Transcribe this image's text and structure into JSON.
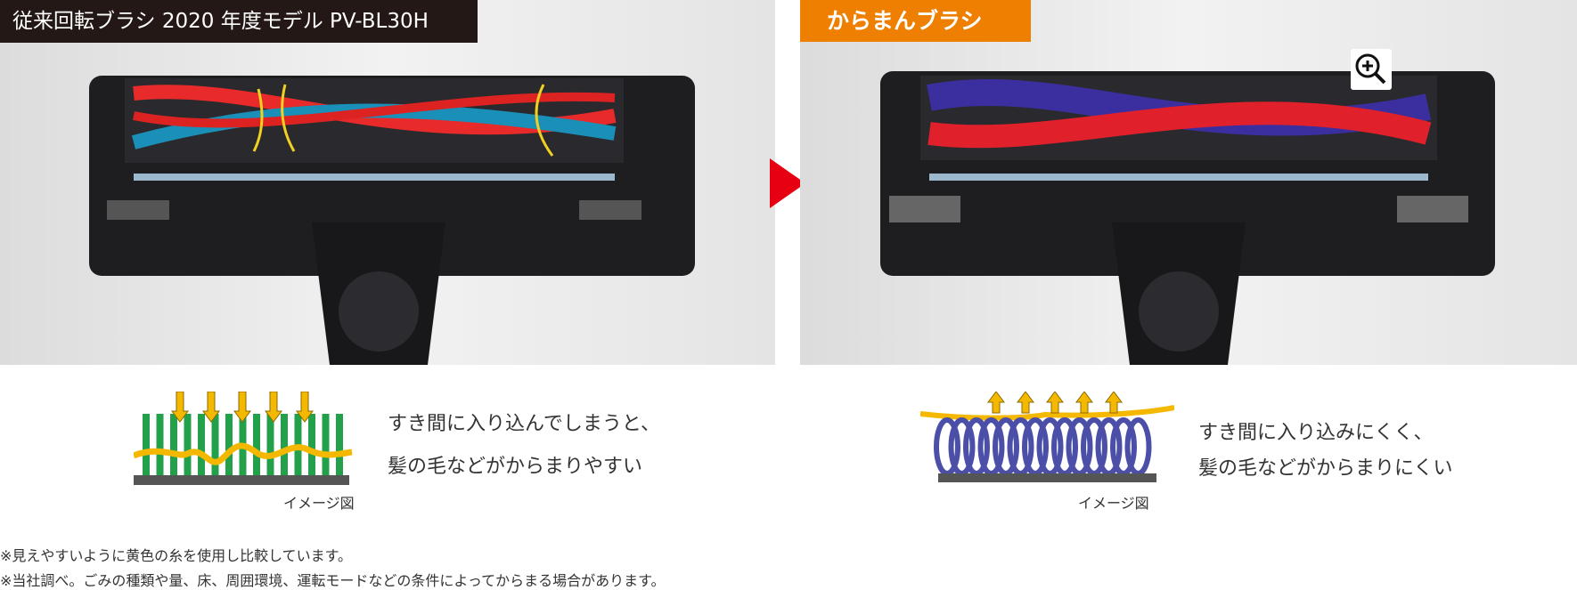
{
  "left_panel": {
    "label": "従来回転ブラシ 2020 年度モデル PV-BL30H",
    "caption_line1": "すき間に入り込んでしまうと、",
    "caption_line2": "髪の毛などがからまりやすい",
    "image_label": "イメージ図",
    "bristle_color": "#22a14a",
    "bristle_count": 15,
    "arrow_count": 5
  },
  "right_panel": {
    "label": "からまんブラシ",
    "caption_line1": "すき間に入り込みにくく、",
    "caption_line2": "髪の毛などがからまりにくい",
    "image_label": "イメージ図",
    "coil_color": "#4b4fa8",
    "coil_count": 14,
    "arrow_count": 5
  },
  "colors": {
    "orange": "#ee7f00",
    "dark": "#231815",
    "arrow_red": "#e60012",
    "hair_yellow": "#f5b800"
  },
  "icons": {
    "zoom": "zoom-in-icon",
    "next": "arrow-right-icon"
  },
  "notes": [
    "※見えやすいように黄色の糸を使用し比較しています。",
    "※当社調べ。ごみの種類や量、床、周囲環境、運転モードなどの条件によってからまる場合があります。"
  ]
}
